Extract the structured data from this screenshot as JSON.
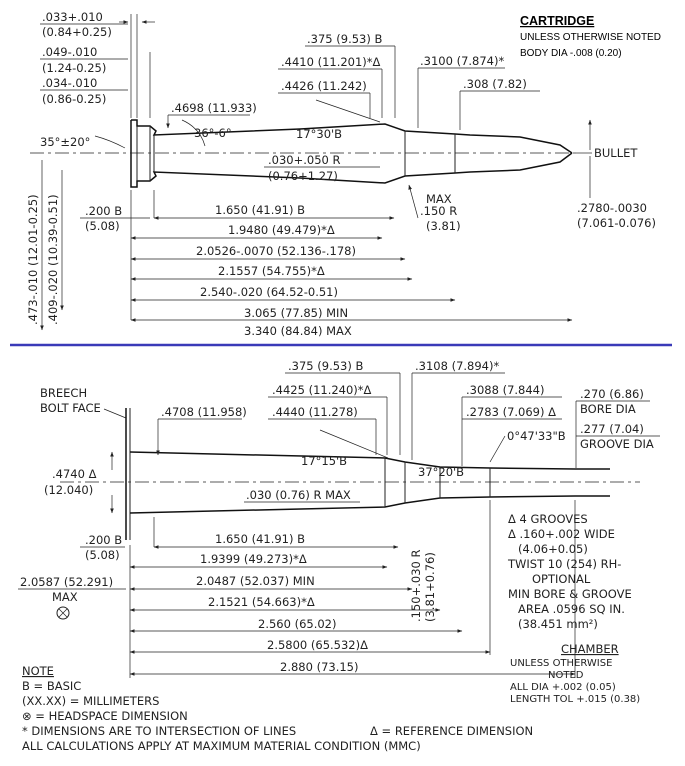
{
  "cartridge": {
    "header": {
      "title": "CARTRIDGE",
      "note1": "UNLESS OTHERWISE NOTED",
      "note2": "BODY DIA -.008 (0.20)"
    },
    "dims": {
      "rim_thk_in": ".033+.010",
      "rim_thk_mm": "(0.84+0.25)",
      "extr_groove_in": ".049-.010",
      "extr_groove_mm": "(1.24-0.25)",
      "groove_width_in": ".034-.010",
      "groove_width_mm": "(0.86-0.25)",
      "head_dia": ".4698 (11.933)",
      "bevel": "35°±20°",
      "body_taper": "36°-6°",
      "shoulder_angle": "17°30'B",
      "shoulder_dia": ".4426 (11.242)",
      "neck_base_dia": ".4410 (11.201)*Δ",
      "datum_dia": ".375 (9.53) B",
      "neck_dia": ".3100 (7.874)*",
      "bullet_dia": ".308 (7.82)",
      "neck_radius_in": ".030+.050 R",
      "neck_radius_mm": "(0.76+1.27)",
      "max_label": "MAX",
      "bullet_radius": ".150 R",
      "bullet_radius_mm": "(3.81)",
      "bullet_label": "BULLET",
      "neck_thk_in": ".2780-.0030",
      "neck_thk_mm": "(7.061-0.076)",
      "base_b_in": ".200 B",
      "base_b_mm": "(5.08)",
      "len_datum": "1.650 (41.91) B",
      "len_shoulder": "1.9480 (49.479)*Δ",
      "len_neck": "2.0526-.0070 (52.136-.178)",
      "len_neck2": "2.1557 (54.755)*Δ",
      "len_case": "2.540-.020 (64.52-0.51)",
      "len_min": "3.065 (77.85) MIN",
      "len_max": "3.340 (84.84) MAX",
      "vert_dia1": ".473-.010 (12.01-0.25)",
      "vert_dia2": ".409-.020 (10.39-0.51)"
    }
  },
  "chamber": {
    "breech": "BREECH",
    "bolt_face": "BOLT FACE",
    "dims": {
      "body_dia": ".4708 (11.958)",
      "shoulder_angle": "17°15'B",
      "datum_dia": ".375 (9.53) B",
      "shoulder_dia1": ".4425 (11.240)*Δ",
      "shoulder_dia2": ".4440 (11.278)",
      "neck_dia": ".3108 (7.894)*",
      "throat_dia": ".3088 (7.844)",
      "lead_dia": ".2783 (7.069) Δ",
      "angle_neck": "37°20'B",
      "angle_throat": "0°47'33\"B",
      "bore_dia": ".270 (6.86)",
      "bore_label": "BORE DIA",
      "groove_dia": ".277 (7.04)",
      "groove_label": "GROOVE DIA",
      "rear_dia_in": ".4740 Δ",
      "rear_dia_mm": "(12.040)",
      "radius": ".030 (0.76) R MAX",
      "base_b_in": ".200 B",
      "base_b_mm": "(5.08)",
      "len_datum": "1.650 (41.91) B",
      "len_shoulder": "1.9399 (49.273)*Δ",
      "len_min": "2.0487 (52.037) MIN",
      "headspace_max_in": "2.0587 (52.291)",
      "headspace_max_label": "MAX",
      "len_neck": "2.1521 (54.663)*Δ",
      "len_throat": "2.560 (65.02)",
      "len_lead": "2.5800 (65.532)Δ",
      "len_total": "2.880 (73.15)",
      "vert_radius": ".150+.030 R",
      "vert_radius_mm": "(3.81+0.76)"
    },
    "rifling": [
      "Δ  4  GROOVES",
      "Δ  .160+.002  WIDE",
      "(4.06+0.05)",
      "TWIST  10 (254) RH-",
      "OPTIONAL",
      "MIN BORE & GROOVE",
      "AREA  .0596  SQ IN.",
      "(38.451 mm²)"
    ],
    "chamber_title": "CHAMBER",
    "chamber_notes": [
      "UNLESS OTHERWISE",
      "NOTED",
      "ALL DIA +.002 (0.05)",
      "LENGTH TOL +.015 (0.38)"
    ]
  },
  "notes": {
    "title": "NOTE",
    "lines": [
      "B = BASIC",
      "(XX.XX) = MILLIMETERS",
      "⊗ = HEADSPACE  DIMENSION",
      "* DIMENSIONS ARE TO INTERSECTION OF LINES",
      "ALL CALCULATIONS APPLY AT MAXIMUM  MATERIAL CONDITION  (MMC)"
    ],
    "ref_dim": "Δ = REFERENCE  DIMENSION"
  },
  "colors": {
    "separator": "#3a3ab8",
    "ink": "#222222"
  }
}
